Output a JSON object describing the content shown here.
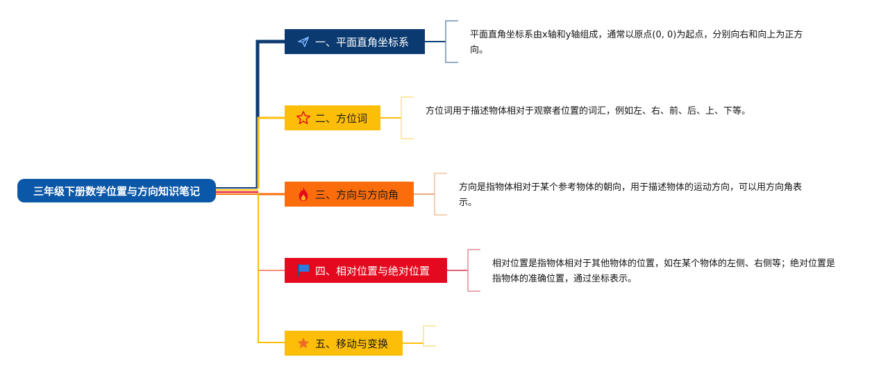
{
  "root": {
    "title": "三年级下册数学位置与方向知识笔记",
    "color": "#0b57a8"
  },
  "branches": [
    {
      "label": "一、平面直角坐标系",
      "icon": "paper-plane-icon",
      "color": "#0b3a70",
      "note": "平面直角坐标系由x轴和y轴组成，通常以原点(0, 0)为起点，分别向右和向上为正方向。"
    },
    {
      "label": "二、方位词",
      "icon": "star-outline-icon",
      "color": "#fdbe0a",
      "note": "方位词用于描述物体相对于观察者位置的词汇，例如左、右、前、后、上、下等。"
    },
    {
      "label": "三、方向与方向角",
      "icon": "fire-icon",
      "color": "#fb6d0c",
      "note": "方向是指物体相对于某个参考物体的朝向，用于描述物体的运动方向，可以用方向角表示。"
    },
    {
      "label": "四、相对位置与绝对位置",
      "icon": "flag-icon",
      "color": "#e5091f",
      "note": "相对位置是指物体相对于其他物体的位置，如在某个物体的左侧、右侧等；绝对位置是指物体的准确位置，通过坐标表示。"
    },
    {
      "label": "五、移动与变换",
      "icon": "star-filled-icon",
      "color": "#fdbe0a",
      "note": ""
    }
  ]
}
